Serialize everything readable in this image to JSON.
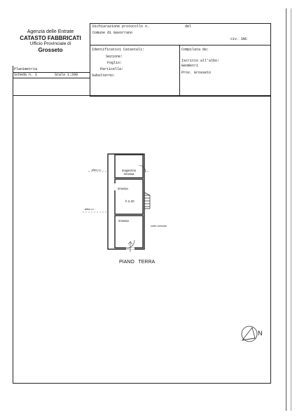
{
  "header": {
    "agency_line1": "Agenzia delle Entrate",
    "agency_line2": "CATASTO FABBRICATI",
    "agency_line3": "Ufficio Provinciale di",
    "agency_line4": "Grosseto",
    "dichiarazione_label": "Dichiarazione protocollo n.",
    "dal_label": "del",
    "comune_text": "Comune di Gavorrano",
    "civ_text": "civ. SNC",
    "ident_label": "Identificativi Catastali:",
    "sezione_label": "Sezione:",
    "foglio_label": "Foglio:",
    "particella_label": "Particella:",
    "subalterno_label": "Subalterno:",
    "compilata_label": "Compilata da:",
    "iscritto_label": "Iscritto all'albo:",
    "iscritto_value": "Geometri",
    "prov_label": "Prov. Grosseto"
  },
  "sheet": {
    "title": "Planimetria",
    "scheda_label": "Scheda n. 1",
    "scala_label": "Scala 1:200"
  },
  "plan": {
    "room_top_line1": "magazzino",
    "room_top_line2": "rimessa",
    "room_mid": "rimessa",
    "height_label": "h 2.20",
    "room_bottom": "rimessa",
    "left_label_top": "altra u.i.",
    "left_label_mid": "altra u.i.",
    "corte_label": "corte comune",
    "floor_label": "PIANO   TERRA",
    "north_label": "N"
  }
}
